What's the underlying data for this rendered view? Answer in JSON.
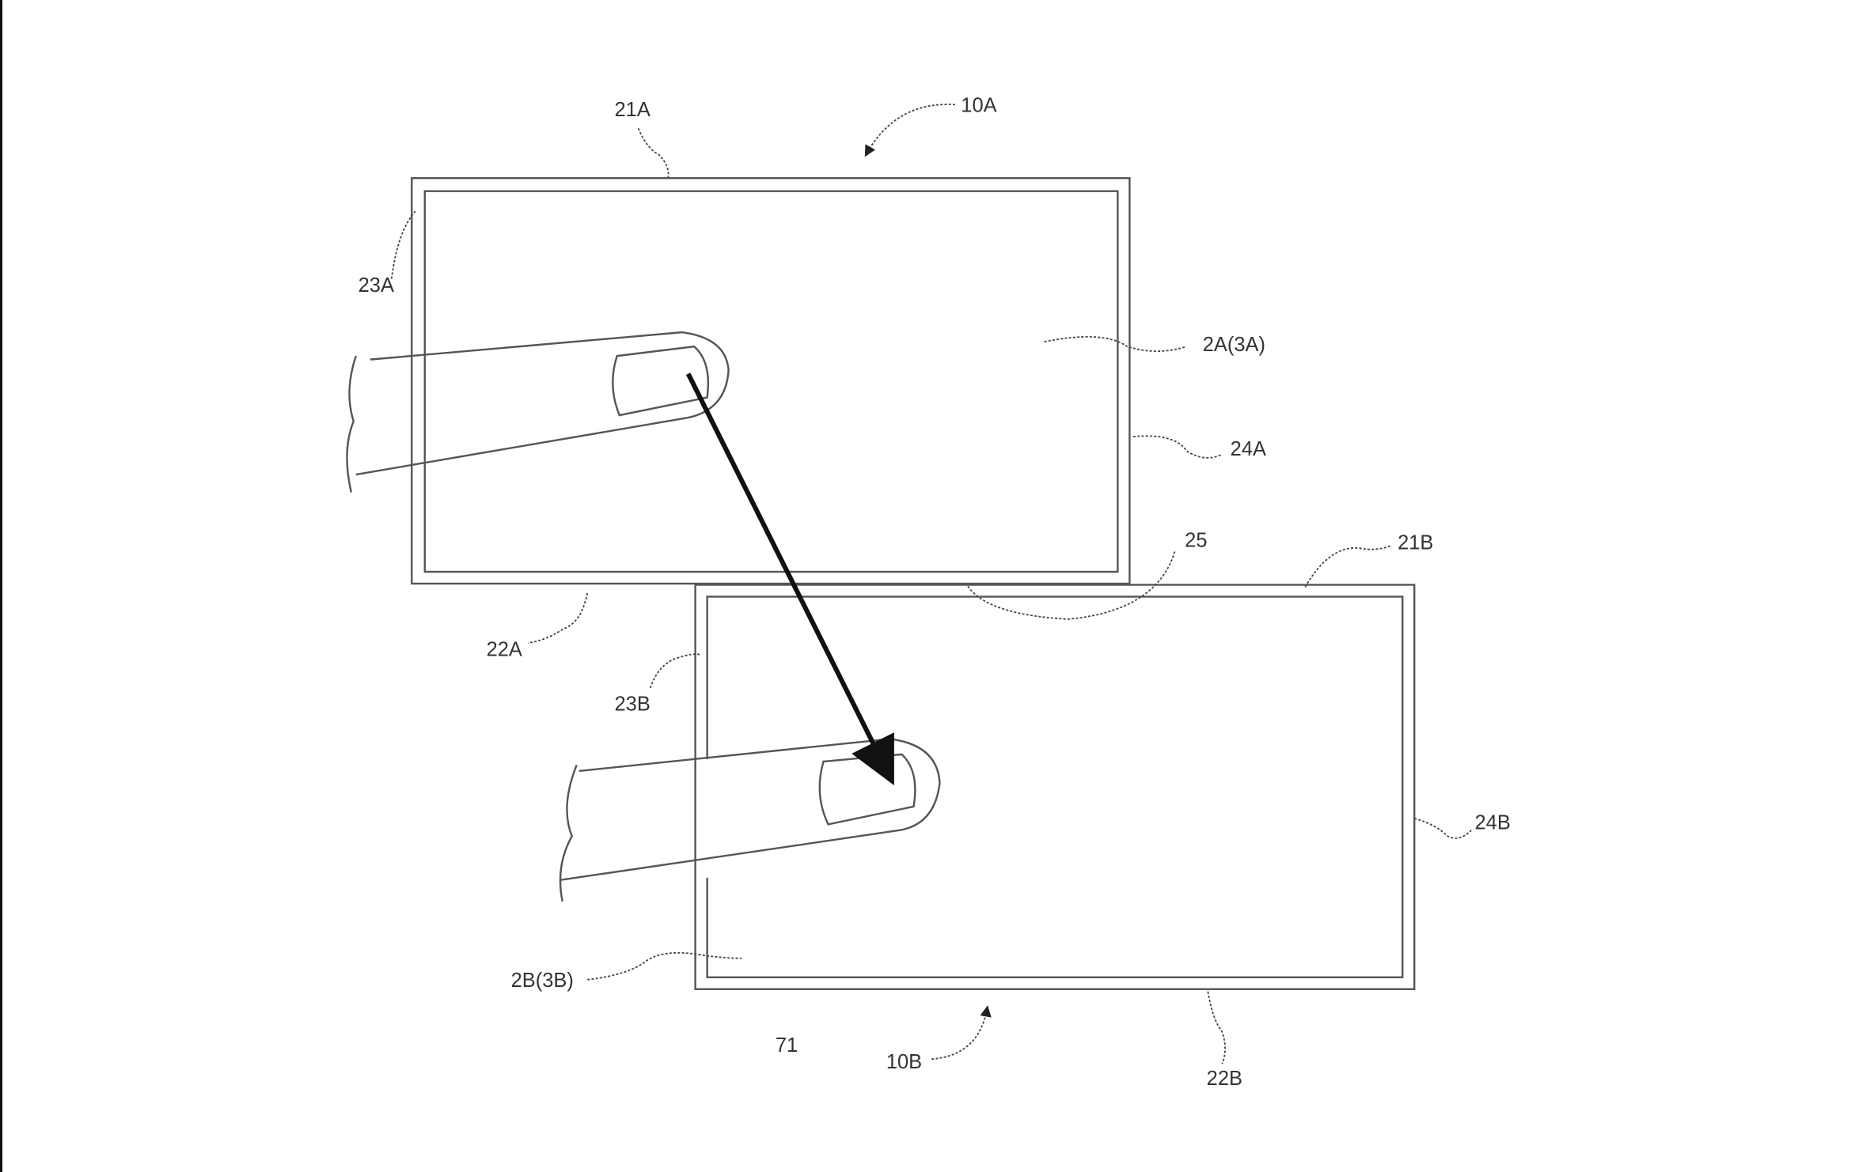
{
  "figure": {
    "labels": {
      "device_a": "10A",
      "top_edge_a": "21A",
      "left_edge_a": "23A",
      "screen_a": "2A(3A)",
      "right_edge_a": "24A",
      "bottom_edge_a": "22A",
      "gap": "25",
      "top_edge_b": "21B",
      "left_edge_b": "23B",
      "right_edge_b": "24B",
      "screen_b": "2B(3B)",
      "ref_71": "71",
      "device_b": "10B",
      "bottom_edge_b": "22B"
    }
  }
}
